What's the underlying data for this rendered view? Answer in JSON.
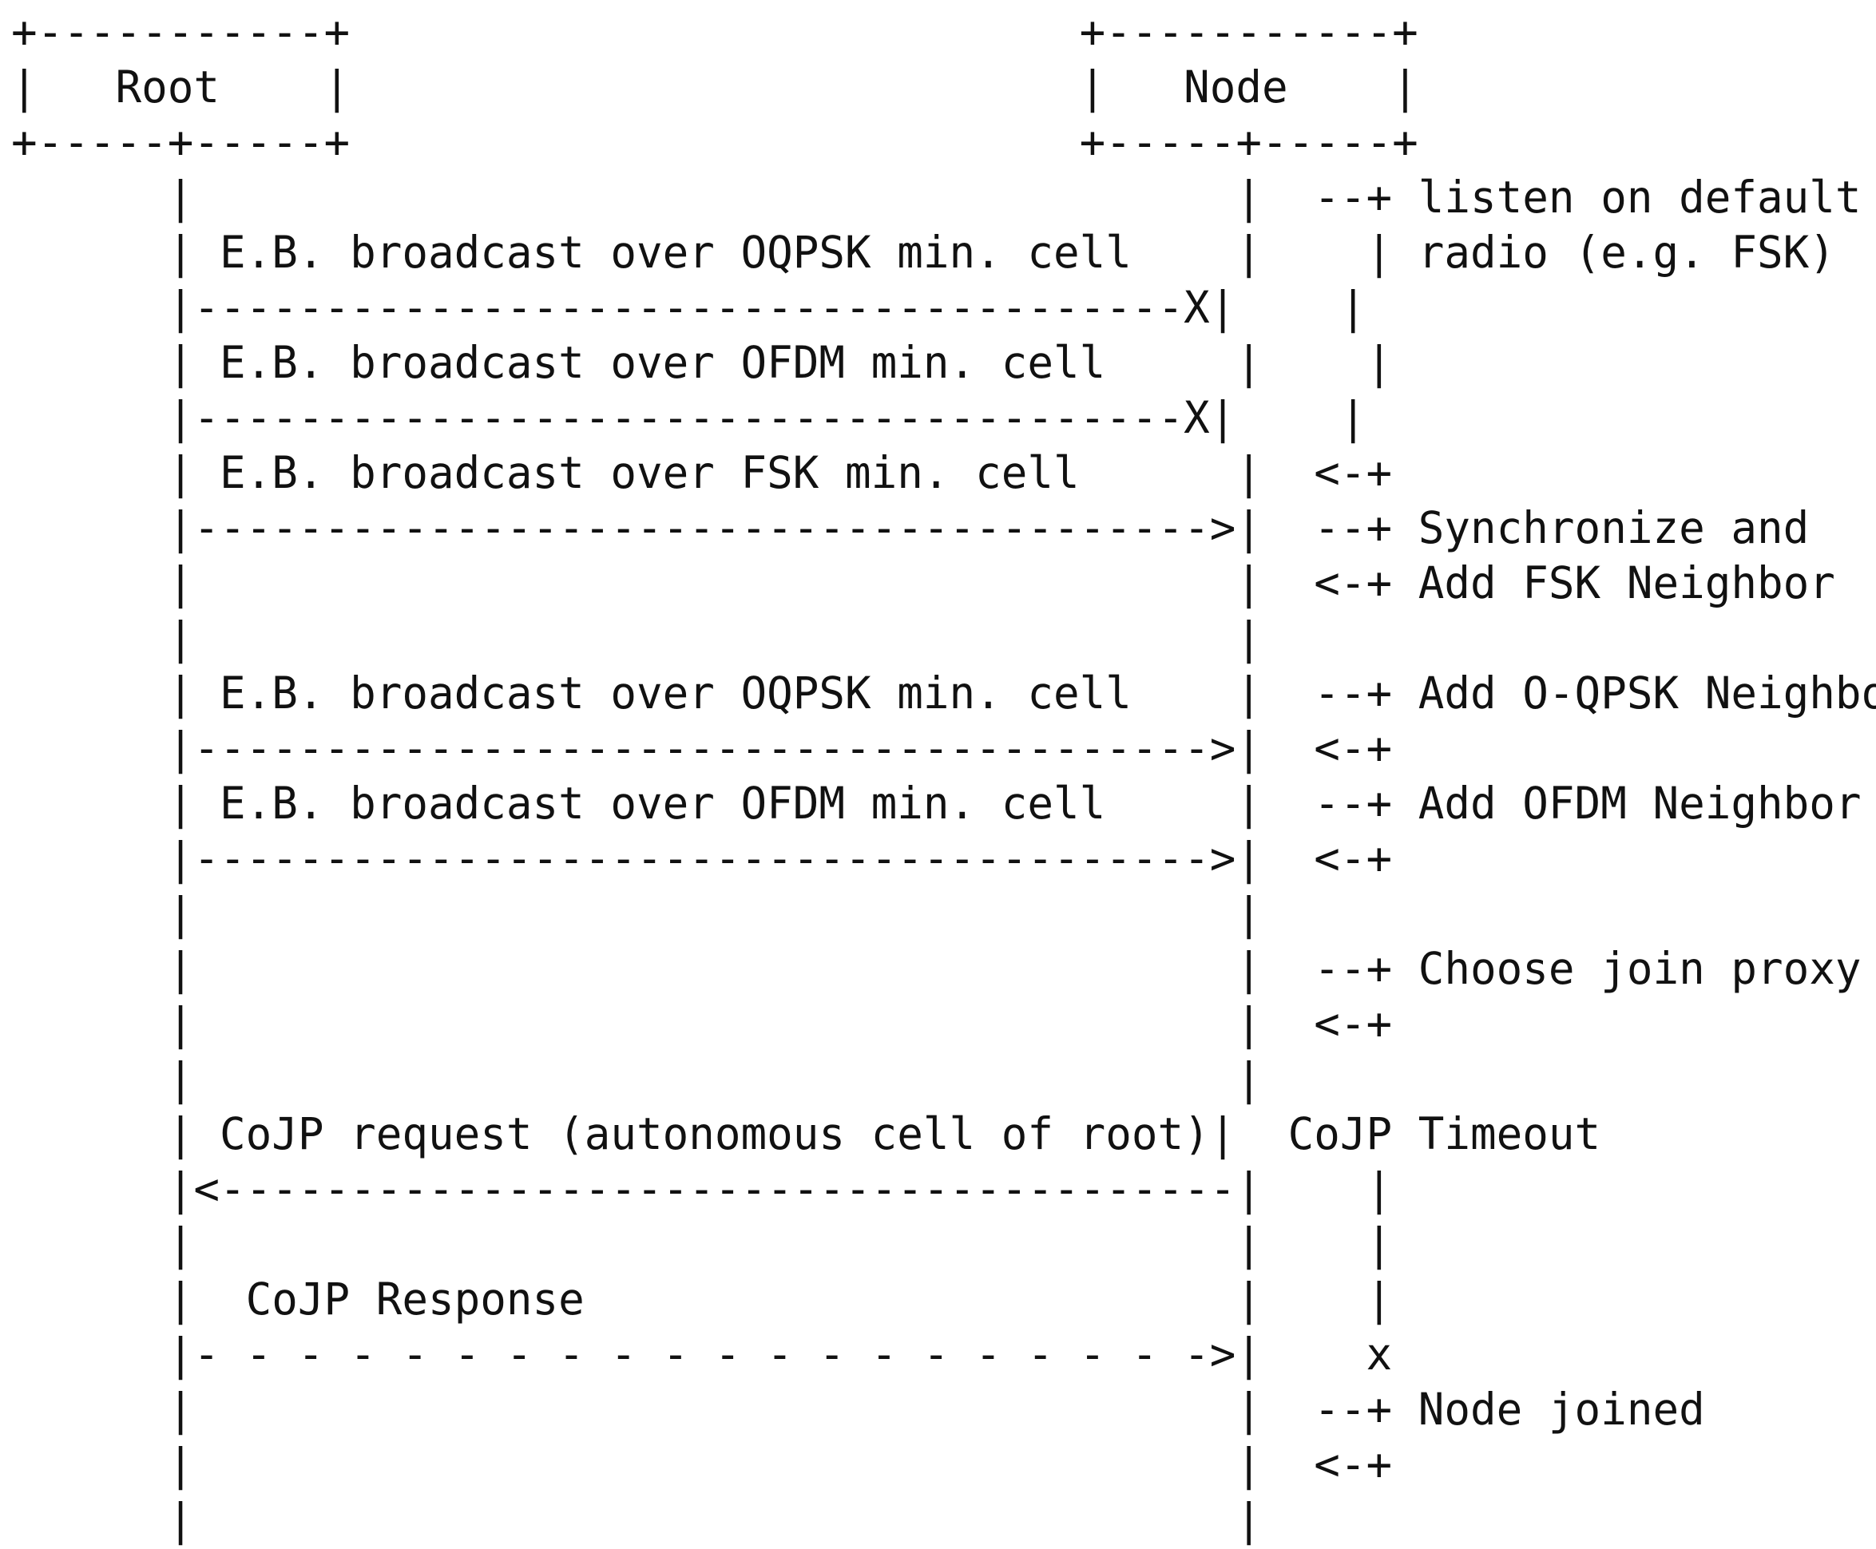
{
  "lines": [
    "+-----------+                            +-----------+",
    "|   Root    |                            |   Node    |",
    "+-----+-----+                            +-----+-----+",
    "      |                                        |  --+ listen on default",
    "      | E.B. broadcast over OQPSK min. cell    |    | radio (e.g. FSK)",
    "      |--------------------------------------X|    |",
    "      | E.B. broadcast over OFDM min. cell     |    |",
    "      |--------------------------------------X|    |",
    "      | E.B. broadcast over FSK min. cell      |  <-+",
    "      |--------------------------------------->|  --+ Synchronize and",
    "      |                                        |  <-+ Add FSK Neighbor",
    "      |                                        |",
    "      | E.B. broadcast over OQPSK min. cell    |  --+ Add O-QPSK Neighbor",
    "      |--------------------------------------->|  <-+",
    "      | E.B. broadcast over OFDM min. cell     |  --+ Add OFDM Neighbor",
    "      |--------------------------------------->|  <-+",
    "      |                                        |",
    "      |                                        |  --+ Choose join proxy",
    "      |                                        |  <-+",
    "      |                                        |",
    "      | CoJP request (autonomous cell of root)|  CoJP Timeout",
    "      |<---------------------------------------|    |",
    "      |                                        |    |",
    "      |  CoJP Response                         |    |",
    "      |- - - - - - - - - - - - - - - - - - - ->|    x",
    "      |                                        |  --+ Node joined",
    "      |                                        |  <-+",
    "      |                                        |"
  ]
}
